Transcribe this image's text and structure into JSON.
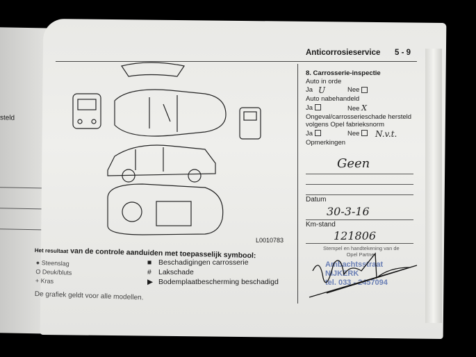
{
  "left_page": {
    "fragment": "steld"
  },
  "header": {
    "title": "Anticorrosieservice",
    "page_number": "5 - 9"
  },
  "form": {
    "section_title": "8. Carrosserie-inspectie",
    "q1": {
      "label": "Auto in orde",
      "yes": "Ja",
      "no": "Nee",
      "answer_mark": "U"
    },
    "q2": {
      "label": "Auto nabehandeld",
      "yes": "Ja",
      "no": "Nee",
      "answer_mark": "X"
    },
    "q3": {
      "label_line1": "Ongeval/carrosserieschade hersteld",
      "label_line2": "volgens Opel fabrieksnorm",
      "yes": "Ja",
      "no": "Nee",
      "answer_mark": "N.v.t."
    },
    "remarks": {
      "label": "Opmerkingen",
      "value": "Geen"
    },
    "date": {
      "label": "Datum",
      "value": "30-3-16"
    },
    "km": {
      "label": "Km-stand",
      "value": "121806"
    },
    "stamp": {
      "label_line1": "Stempel en handtekening van de",
      "label_line2": "Opel Partner",
      "stamp_text": [
        "Ambachtsstraat",
        "NIJKERK",
        "tel. 033 - 2457094"
      ]
    }
  },
  "diagram": {
    "code": "L0010783"
  },
  "legend": {
    "title_small": "Het resultaat",
    "title": "van de controle aanduiden met toepasselijk symbool:",
    "left_items": [
      {
        "symbol": "●",
        "label": "Steenslag"
      },
      {
        "symbol": "O",
        "label": "Deuk/bluts"
      },
      {
        "symbol": "+",
        "label": "Kras"
      }
    ],
    "right_items": [
      {
        "symbol": "■",
        "label": "Beschadigingen carrosserie"
      },
      {
        "symbol": "#",
        "label": "Lakschade"
      },
      {
        "symbol": "▶",
        "label": "Bodemplaatbescherming beschadigd"
      }
    ],
    "footnote": "De grafiek geldt voor alle modellen."
  }
}
